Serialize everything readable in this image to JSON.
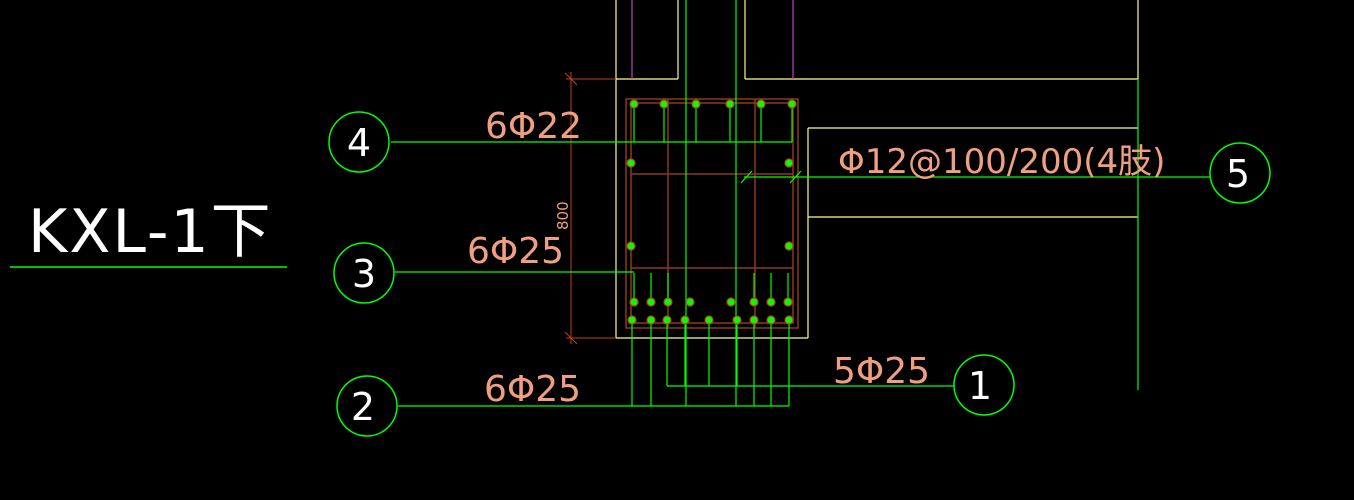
{
  "title": "KXL-1下",
  "bubbles": [
    "4",
    "3",
    "2",
    "1",
    "5"
  ],
  "labels": {
    "top_bars": "6Φ22",
    "mid_bars": "6Φ25",
    "bottom_bars": "6Φ25",
    "extra_bars": "5Φ25",
    "stirrup": "Φ12@100/200(4肢)",
    "height_dim": "800"
  },
  "colors": {
    "line": "#00ff00",
    "text": "#f0a080",
    "outline": "#ffff80",
    "magenta": "#c040c0",
    "rebar": "#8b3a1a",
    "white": "#ffffff"
  }
}
